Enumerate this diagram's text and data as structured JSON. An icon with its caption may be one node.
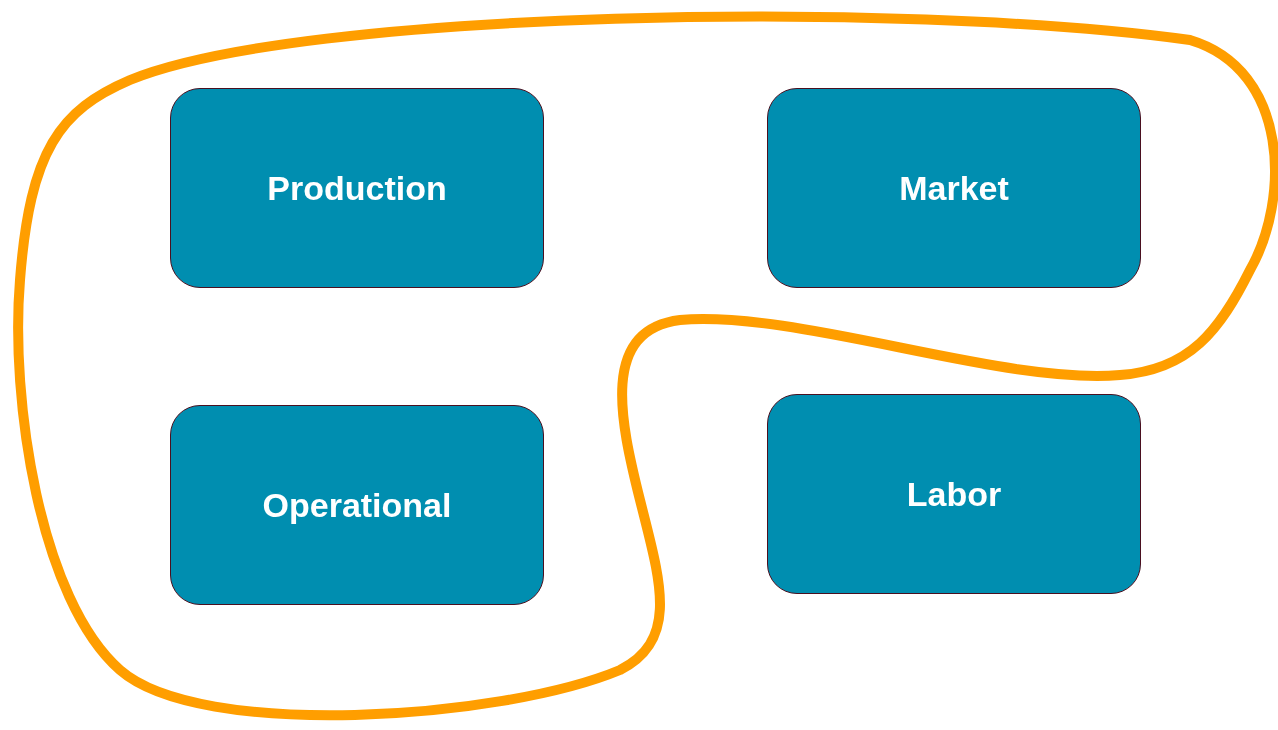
{
  "diagram": {
    "nodes": [
      {
        "text": [
          "Production"
        ]
      },
      {
        "text": [
          "Market"
        ]
      },
      {
        "text": [
          "Operational"
        ]
      },
      {
        "text": [
          "Labor"
        ]
      }
    ]
  }
}
